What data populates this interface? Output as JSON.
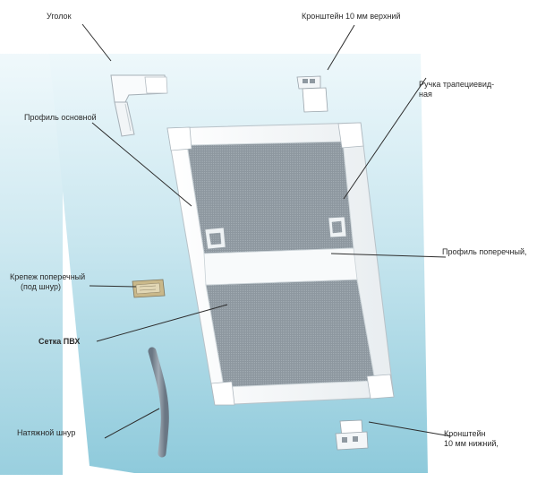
{
  "labels": {
    "corner": "Уголок",
    "bracket_top": "Кронштейн 10 мм верхний",
    "handle_line1": "Ручка трапециевид-",
    "handle_line2": "ная",
    "profile_main": "Профиль основной",
    "profile_cross": "Профиль поперечный,",
    "fastener_line1": "Крепеж поперечный",
    "fastener_line2": "(под шнур)",
    "mesh": "Сетка ПВХ",
    "cord": "Натяжной шнур",
    "bracket_bottom_line1": "Кронштейн",
    "bracket_bottom_line2": "10 мм нижний,"
  },
  "colors": {
    "background_top": "#e6f4f8",
    "background_bottom": "#9fd0df",
    "frame": "#f7f9fa",
    "mesh": "#8a959d",
    "leader": "#333333",
    "cord": "#8b97a3"
  }
}
